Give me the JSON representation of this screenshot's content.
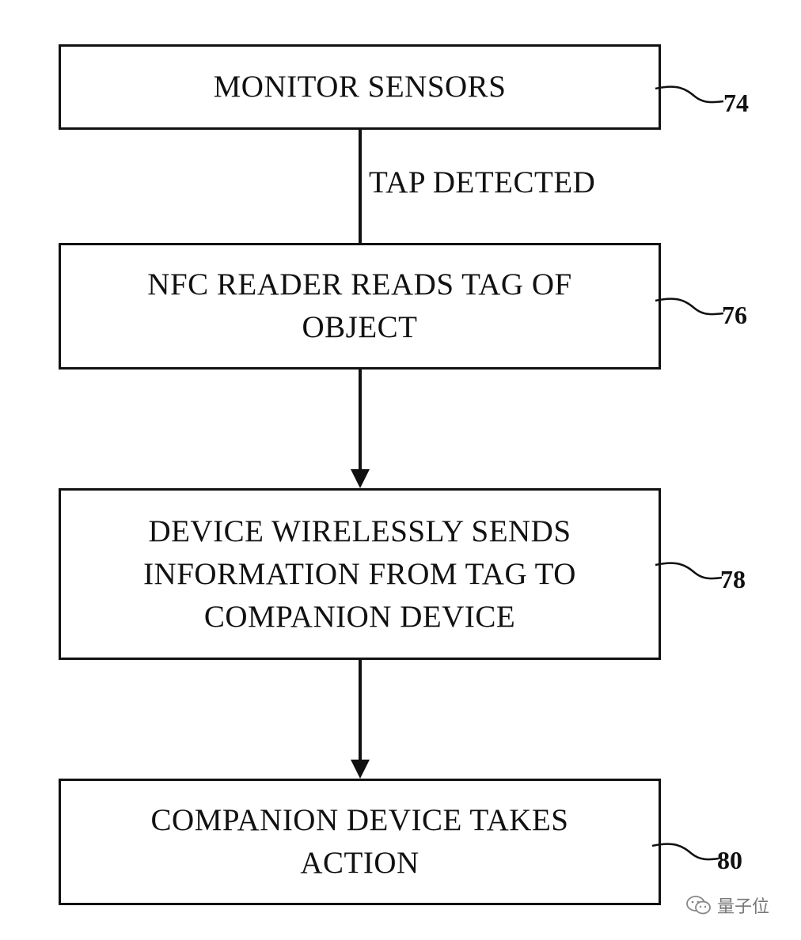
{
  "flowchart": {
    "steps": [
      {
        "ref": "74",
        "text": "MONITOR SENSORS"
      },
      {
        "ref": "76",
        "text": "NFC READER READS TAG OF OBJECT"
      },
      {
        "ref": "78",
        "text": "DEVICE WIRELESSLY SENDS INFORMATION FROM TAG TO COMPANION DEVICE"
      },
      {
        "ref": "80",
        "text": "COMPANION DEVICE TAKES ACTION"
      }
    ],
    "edges": [
      {
        "from": "74",
        "to": "76",
        "label": "TAP DETECTED",
        "arrow": false
      },
      {
        "from": "76",
        "to": "78",
        "label": "",
        "arrow": true
      },
      {
        "from": "78",
        "to": "80",
        "label": "",
        "arrow": true
      }
    ]
  },
  "watermark": {
    "text": "量子位",
    "icon": "wechat-icon"
  },
  "colors": {
    "ink": "#111111",
    "background": "#ffffff",
    "watermark": "#777777"
  }
}
